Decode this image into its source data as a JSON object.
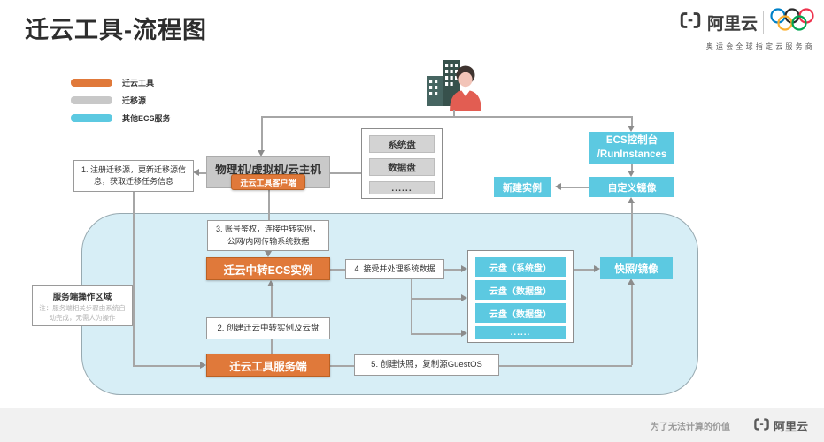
{
  "page": {
    "title": "迁云工具-流程图",
    "footer_slogan": "为了无法计算的价值",
    "footer_brand": "阿里云"
  },
  "header": {
    "brand": "阿里云",
    "tagline": "奥运会全球指定云服务商"
  },
  "legend": {
    "items": [
      {
        "label": "迁云工具",
        "color": "#E0793A"
      },
      {
        "label": "迁移源",
        "color": "#C8C8C8"
      },
      {
        "label": "其他ECS服务",
        "color": "#5CC9E1"
      }
    ]
  },
  "flow": {
    "source_host": "物理机/虚拟机/云主机",
    "client_badge": "迁云工具客户端",
    "source_disks": [
      "系统盘",
      "数据盘",
      "......"
    ],
    "ecs_console_line1": "ECS控制台",
    "ecs_console_line2": "/RunInstances",
    "new_instance": "新建实例",
    "custom_image": "自定义镜像",
    "transit_instance": "迁云中转ECS实例",
    "cloud_disks": [
      "云盘（系统盘）",
      "云盘（数据盘）",
      "云盘（数据盘）",
      "......"
    ],
    "snapshot_image": "快照/镜像",
    "server_side": "迁云工具服务端",
    "region_title": "服务端操作区域",
    "region_note": "注：服务端相关步骤由系统自动完成，无需人为操作",
    "steps": {
      "s1": "1. 注册迁移源，更新迁移源信息，获取迁移任务信息",
      "s2": "2. 创建迁云中转实例及云盘",
      "s3": "3. 账号鉴权，连接中转实例，公网/内网传输系统数据",
      "s4": "4. 接受并处理系统数据",
      "s5": "5. 创建快照，复制源GuestOS"
    }
  }
}
